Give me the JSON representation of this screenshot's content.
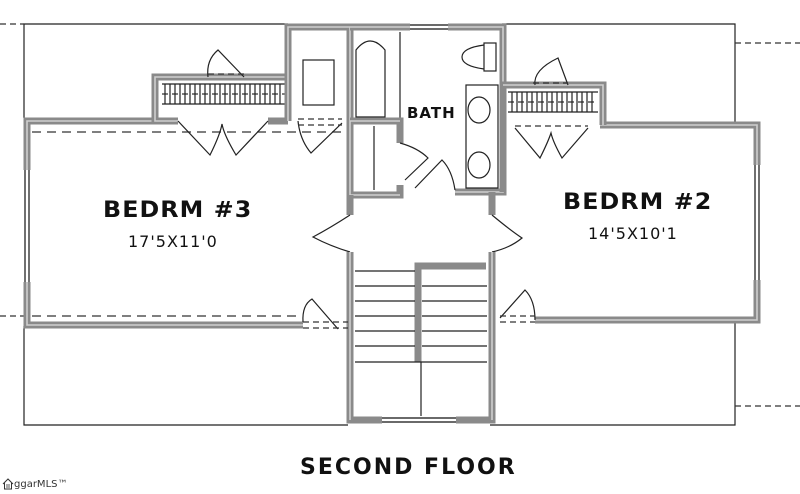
{
  "plan": {
    "title": "SECOND FLOOR",
    "rooms": [
      {
        "id": "bedroom-3",
        "name": "BEDRM #3",
        "dimensions": "17'5X11'0"
      },
      {
        "id": "bedroom-2",
        "name": "BEDRM #2",
        "dimensions": "14'5X10'1"
      },
      {
        "id": "bath",
        "name": "BATH",
        "dimensions": ""
      }
    ],
    "features": [
      "closet-bedroom-3",
      "closet-bedroom-2",
      "linen-closet",
      "hall-closet",
      "laundry-closet",
      "bathtub",
      "toilet",
      "double-vanity",
      "stairs",
      "windows"
    ]
  },
  "watermark": {
    "text": "ggarMLS™",
    "icon": "house-icon"
  },
  "colors": {
    "wall": "#8a8a8a",
    "wall_inner": "#cfcfcf",
    "line": "#222222",
    "background": "#ffffff"
  }
}
